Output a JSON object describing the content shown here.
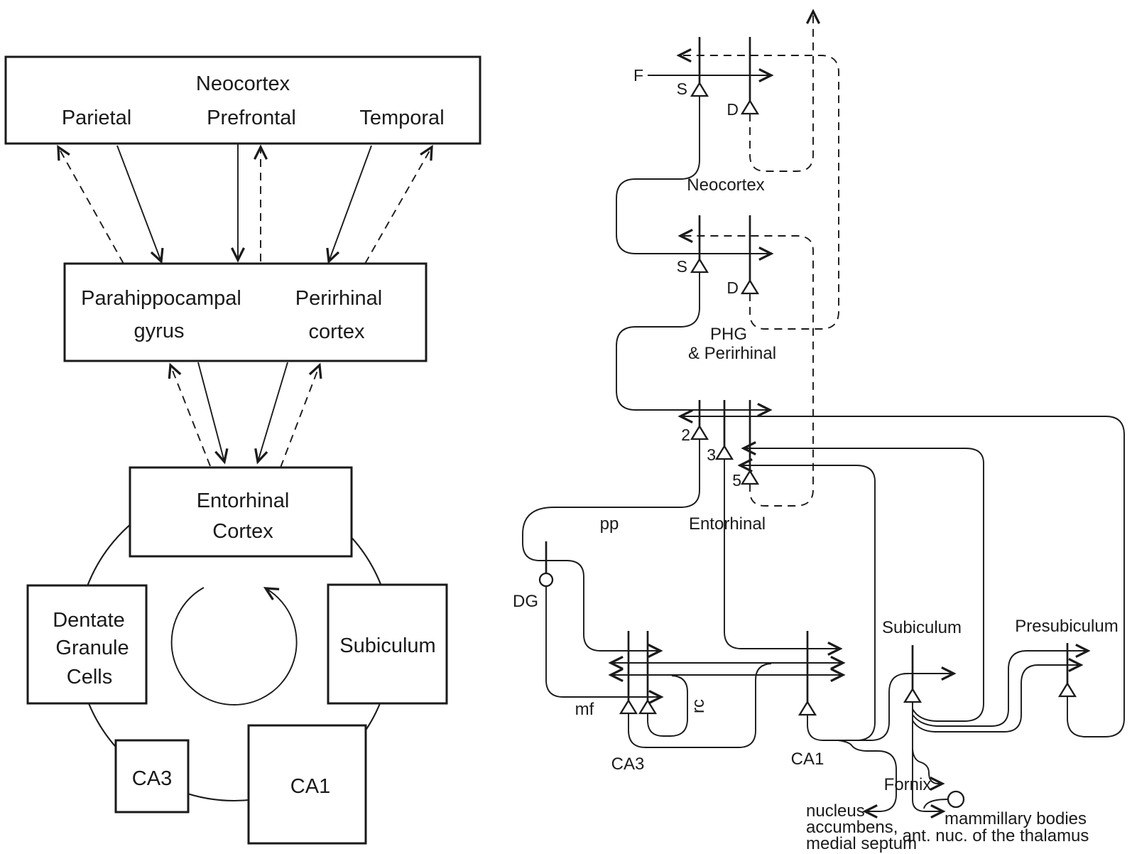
{
  "colors": {
    "ink": "#1a1a1a",
    "background": "#ffffff"
  },
  "left": {
    "neocortex": {
      "title": "Neocortex",
      "regions": {
        "parietal": "Parietal",
        "prefrontal": "Prefrontal",
        "temporal": "Temporal"
      }
    },
    "parahippocampal": {
      "line1": "Parahippocampal",
      "line2": "gyrus"
    },
    "perirhinal": {
      "line1": "Perirhinal",
      "line2": "cortex"
    },
    "entorhinal": {
      "line1": "Entorhinal",
      "line2": "Cortex"
    },
    "dentate": {
      "line1": "Dentate",
      "line2": "Granule",
      "line3": "Cells"
    },
    "subiculum": "Subiculum",
    "ca3": "CA3",
    "ca1": "CA1"
  },
  "right": {
    "input_label": "F",
    "superficial": "S",
    "deep": "D",
    "neocortex": "Neocortex",
    "phg_line1": "PHG",
    "phg_line2": "& Perirhinal",
    "layer2": "2",
    "layer3": "3",
    "layer5": "5",
    "entorhinal": "Entorhinal",
    "pp": "pp",
    "dg": "DG",
    "mf": "mf",
    "rc": "rc",
    "ca3": "CA3",
    "ca1": "CA1",
    "subiculum": "Subiculum",
    "presubiculum": "Presubiculum",
    "fornix": "Fornix",
    "nucleus_accumbens_line1": "nucleus",
    "nucleus_accumbens_line2": "accumbens,",
    "nucleus_accumbens_line3": "medial septum",
    "mammillary_line1": "mammillary bodies",
    "mammillary_line2": "ant. nuc. of the thalamus"
  }
}
